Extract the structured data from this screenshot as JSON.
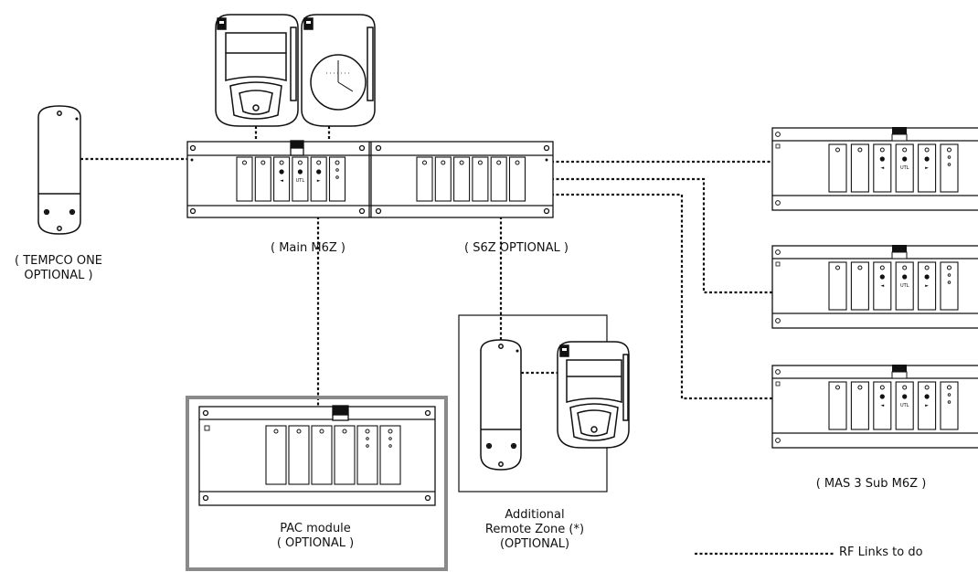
{
  "labels": {
    "tempco": "( TEMPCO ONE\nOPTIONAL )",
    "main": "( Main  M6Z )",
    "s6z": "( S6Z OPTIONAL )",
    "pac": "PAC module\n( OPTIONAL )",
    "remote_zone": "Additional\nRemote Zone (*)\n(OPTIONAL)",
    "mas": "( MAS 3  Sub M6Z )",
    "legend": "RF Links to do"
  },
  "colors": {
    "line": "#111111",
    "pac_frame": "#8a8a8a",
    "fill": "#ffffff"
  },
  "module_marks": {
    "left_arrow": "◄",
    "right_arrow": "►",
    "center_mark": "UTL"
  }
}
